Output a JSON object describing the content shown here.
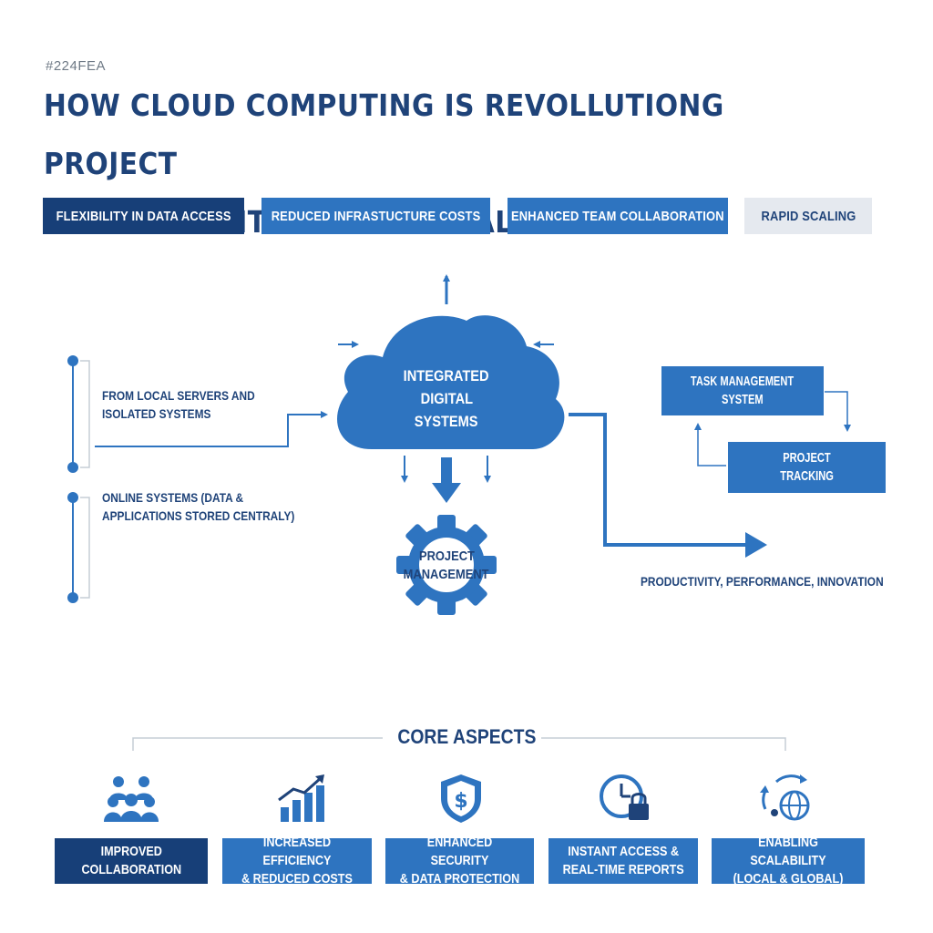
{
  "header": {
    "color_code": "#224FEA",
    "title_line1": "HOW CLOUD COMPUTING IS REVOLLUTIONG PROJECT",
    "title_line2": "MANAGEMENT IN THE DIGITAL AGE"
  },
  "benefits": [
    {
      "label": "FLEXIBILITY IN DATA ACCESS",
      "style": "dark"
    },
    {
      "label": "REDUCED INFRASTUCTURE COSTS",
      "style": "mid"
    },
    {
      "label": "ENHANCED TEAM COLLABORATION",
      "style": "mid"
    },
    {
      "label": "RAPID SCALING",
      "style": "light"
    }
  ],
  "diagram": {
    "from_label_1": "FROM LOCAL SERVERS AND",
    "from_label_2": "ISOLATED SYSTEMS",
    "online_label_1": "ONLINE SYSTEMS (DATA &",
    "online_label_2": "APPLICATIONS STORED CENTRALY)",
    "cloud_line1": "INTEGRATED",
    "cloud_line2": "DIGITAL",
    "cloud_line3": "SYSTEMS",
    "gear_line1": "PROJECT",
    "gear_line2": "MANAGEMENT",
    "task_box_1": "TASK MANAGEMENT",
    "task_box_2": "SYSTEM",
    "tracking_box_1": "PROJECT",
    "tracking_box_2": "TRACKING",
    "outcome": "PRODUCTIVITY, PERFORMANCE, INNOVATION"
  },
  "core": {
    "title": "CORE ASPECTS",
    "items": [
      {
        "label": "IMPROVED\nCOLLABORATION",
        "icon": "team-icon",
        "style": "dark"
      },
      {
        "label": "INCREASED EFFICIENCY\n& REDUCED COSTS",
        "icon": "growth-chart-icon",
        "style": "mid"
      },
      {
        "label": "ENHANCED SECURITY\n& DATA PROTECTION",
        "icon": "shield-dollar-icon",
        "style": "mid"
      },
      {
        "label": "INSTANT ACCESS &\nREAL-TIME REPORTS",
        "icon": "clock-lock-icon",
        "style": "mid"
      },
      {
        "label": "ENABLING SCALABILITY\n(LOCAL & GLOBAL)",
        "icon": "globe-sync-icon",
        "style": "mid"
      }
    ]
  },
  "colors": {
    "dark_blue": "#173f78",
    "mid_blue": "#2e74c0",
    "light_gray": "#e5e9ef",
    "title_navy": "#1f4379"
  }
}
